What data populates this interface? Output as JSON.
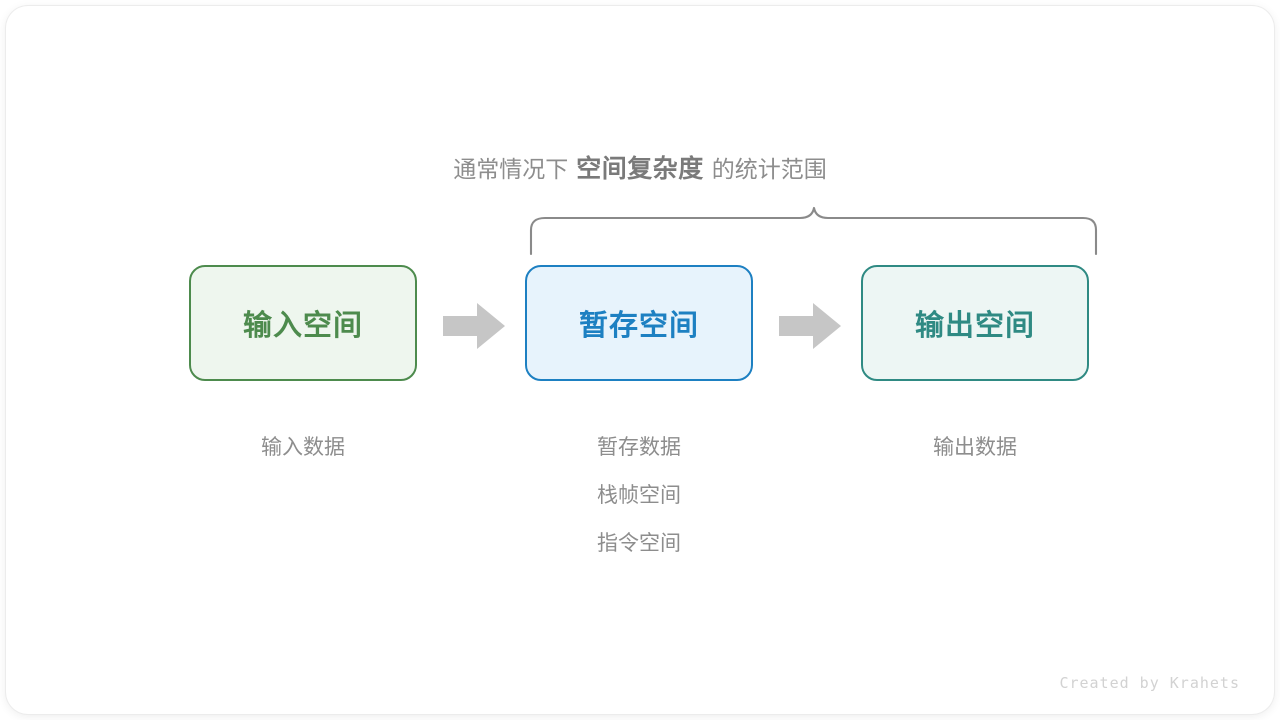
{
  "diagram": {
    "caption": {
      "prefix": "通常情况下",
      "emphasis": "空间复杂度",
      "suffix": "的统计范围"
    },
    "brace": {
      "name": "curly-brace",
      "color": "#8a8a8a",
      "covers": [
        "暂存空间",
        "输出空间"
      ]
    },
    "boxes": [
      {
        "id": "input-space",
        "title": "输入空间",
        "border_color": "#4d8b4d",
        "fill_color": "#eef6ee",
        "text_color": "#4d8b4d",
        "labels": [
          "输入数据"
        ]
      },
      {
        "id": "temp-space",
        "title": "暂存空间",
        "border_color": "#1d80c2",
        "fill_color": "#e7f3fc",
        "text_color": "#1d80c2",
        "labels": [
          "暂存数据",
          "栈帧空间",
          "指令空间"
        ]
      },
      {
        "id": "output-space",
        "title": "输出空间",
        "border_color": "#2f8a83",
        "fill_color": "#edf6f4",
        "text_color": "#2f8a83",
        "labels": [
          "输出数据"
        ]
      }
    ],
    "arrows": [
      {
        "id": "arrow-input-to-temp",
        "color": "#c6c6c6"
      },
      {
        "id": "arrow-temp-to-output",
        "color": "#c6c6c6"
      }
    ],
    "watermark": "Created by Krahets",
    "label_color": "#8d8d8d",
    "background": "#ffffff"
  }
}
